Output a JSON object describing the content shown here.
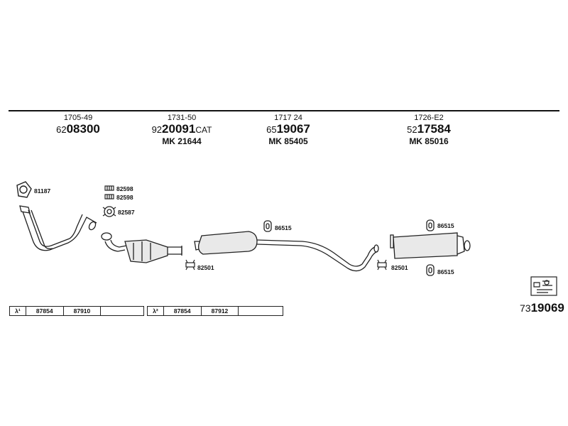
{
  "parts": [
    {
      "code": "1705-49",
      "prefix": "62",
      "number": "08300",
      "suffix": "",
      "mk": ""
    },
    {
      "code": "1731-50",
      "prefix": "92",
      "number": "20091",
      "suffix": "CAT",
      "mk": "MK  21644"
    },
    {
      "code": "1717 24",
      "prefix": "65",
      "number": "19067",
      "suffix": "",
      "mk": "MK  85405"
    },
    {
      "code": "1726-E2",
      "prefix": "52",
      "number": "17584",
      "suffix": "",
      "mk": "MK  85016"
    }
  ],
  "labels": {
    "gasket_81187": "81187",
    "clamp_82598_a": "82598",
    "clamp_82598_b": "82598",
    "ring_82587": "82587",
    "hanger_82501_a": "82501",
    "hanger_82501_b": "82501",
    "rubber_86515_a": "86515",
    "rubber_86515_b": "86515",
    "rubber_86515_c": "86515"
  },
  "sensor_table_1": {
    "symbol": "λ¹",
    "cells": [
      "87854",
      "87910",
      ""
    ]
  },
  "sensor_table_2": {
    "symbol": "λ²",
    "cells": [
      "87854",
      "87912",
      ""
    ]
  },
  "reference": {
    "prefix": "73",
    "number": "19069"
  }
}
